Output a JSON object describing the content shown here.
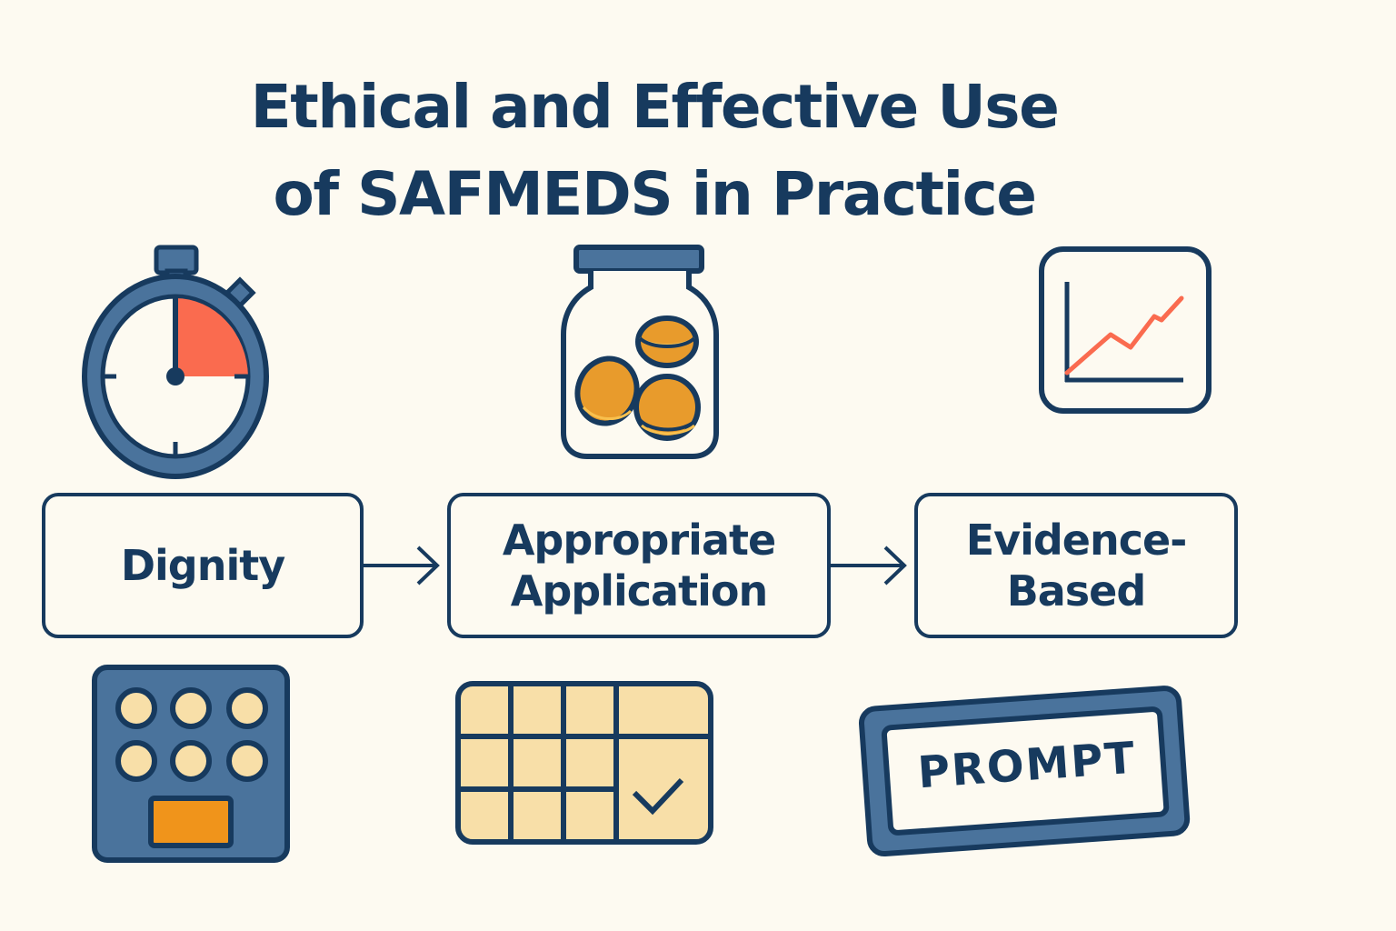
{
  "title": {
    "line1": "Ethical and Effective Use",
    "line2": "of SAFMEDS in Practice"
  },
  "flow": {
    "steps": [
      {
        "lines": [
          "Dignity"
        ]
      },
      {
        "lines": [
          "Appropriate",
          "Application"
        ]
      },
      {
        "lines": [
          "Evidence-",
          "Based"
        ]
      }
    ]
  },
  "icons": {
    "top": [
      "stopwatch-icon",
      "coin-jar-icon",
      "line-chart-icon"
    ],
    "bottom": [
      "button-panel-icon",
      "calendar-check-icon",
      "prompt-sign-icon"
    ]
  },
  "prompt_sign": {
    "label": "PROMPT"
  },
  "colors": {
    "background": "#fdfaf1",
    "navy": "#173a5e",
    "steel_blue": "#4a739c",
    "coral": "#fa6b4f",
    "gold": "#e89b2c",
    "cream": "#f8dfa8",
    "orange": "#f0941b"
  }
}
